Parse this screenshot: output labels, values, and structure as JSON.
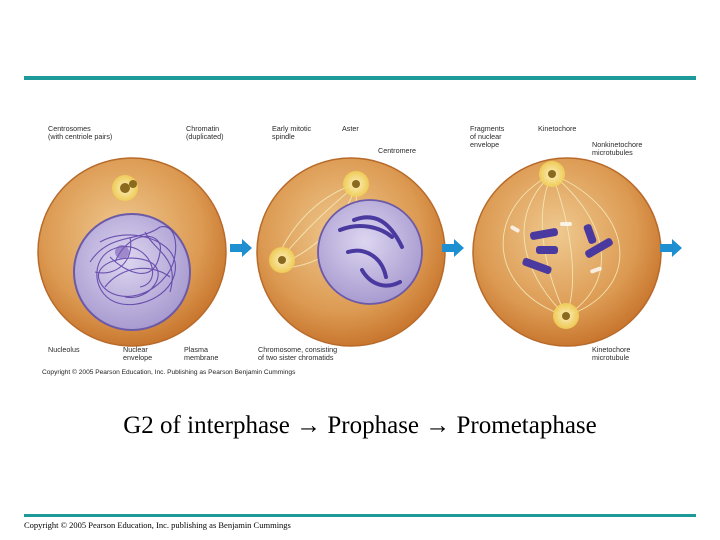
{
  "colors": {
    "rule": "#1e9a9a",
    "cytoplasm_outer": "#e7b97a",
    "cytoplasm_inner": "#d98b3c",
    "nucleus": "#b9addc",
    "chromatin": "#5a3ea6",
    "chromosome": "#4a3aa0",
    "arrow": "#1e8fd0",
    "spindle": "#f3e7b5",
    "centrosome": "#f4d35a"
  },
  "figure": {
    "labels": {
      "centrosomes": "Centrosomes\n(with centriole pairs)",
      "chromatin": "Chromatin\n(duplicated)",
      "early_spindle": "Early mitotic\nspindle",
      "aster": "Aster",
      "centromere": "Centromere",
      "fragments": "Fragments\nof nuclear\nenvelope",
      "kinetochore": "Kinetochore",
      "nonkinetochore": "Nonkinetochore\nmicrotubules",
      "nucleolus": "Nucleolus",
      "nuclear_envelope": "Nuclear\nenvelope",
      "plasma_membrane": "Plasma\nmembrane",
      "chromosome": "Chromosome, consisting\nof two sister chromatids",
      "kinetochore_microtubule": "Kinetochore\nmicrotubule"
    },
    "copyright": "Copyright © 2005 Pearson Education, Inc. Publishing as Pearson Benjamin Cummings"
  },
  "caption": "G2 of interphase → Prophase  →  Prometaphase",
  "footer": "Copyright © 2005 Pearson Education, Inc. publishing as Benjamin Cummings"
}
